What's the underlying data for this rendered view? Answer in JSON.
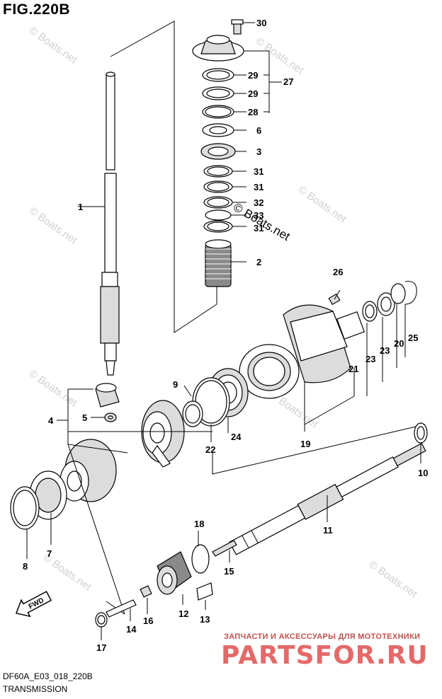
{
  "figure": {
    "title": "FIG.220B",
    "code": "DF60A_E03_018_220B",
    "caption": "TRANSMISSION"
  },
  "watermarks": {
    "main": "© Boats.net",
    "repeat": "© Boats.net"
  },
  "brand": {
    "subtitle": "ЗАПЧАСТИ И АКСЕССУАРЫ ДЛЯ МОТОТЕХНИКИ",
    "name": "PARTSFOR.RU"
  },
  "callouts": [
    "30",
    "29",
    "27",
    "29",
    "28",
    "6",
    "3",
    "31",
    "31",
    "32",
    "33",
    "31",
    "2",
    "1",
    "26",
    "25",
    "20",
    "23",
    "23",
    "21",
    "19",
    "9",
    "22",
    "24",
    "4",
    "5",
    "10",
    "11",
    "18",
    "15",
    "7",
    "8",
    "12",
    "13",
    "14",
    "16",
    "17"
  ],
  "fwd_icon": "fwd-arrow-icon"
}
